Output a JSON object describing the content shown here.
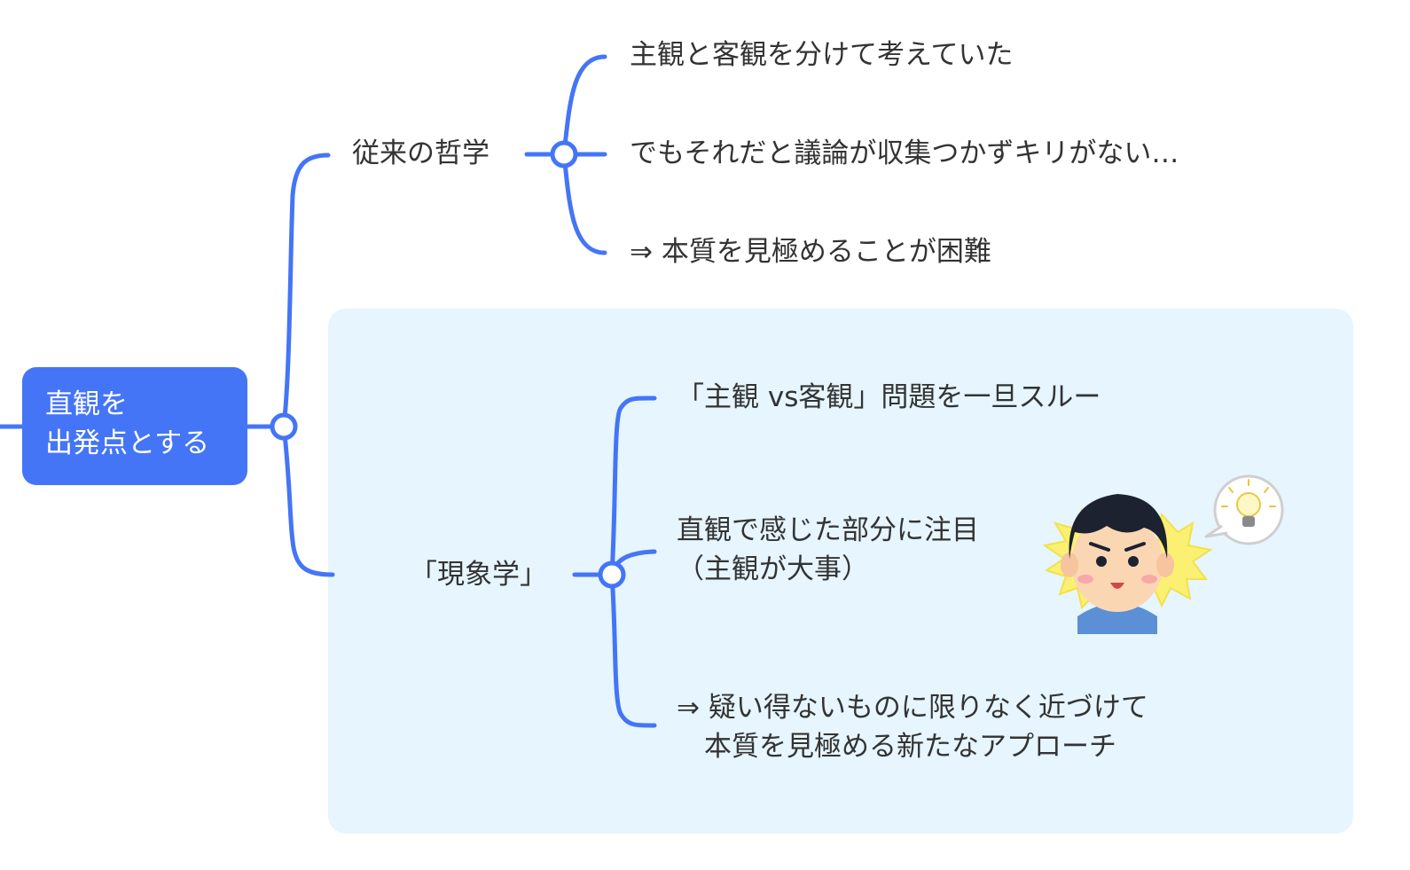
{
  "diagram": {
    "type": "mind-map",
    "colors": {
      "branch": "#4475f6",
      "root_fill": "#4475f6",
      "root_text": "#ffffff",
      "text": "#333333",
      "group_fill": "#e6f5fe"
    },
    "root": {
      "line1": "直観を",
      "line2": "出発点とする"
    },
    "branches": [
      {
        "label": "従来の哲学",
        "children": [
          "主観と客観を分けて考えていた",
          "でもそれだと議論が収集つかずキリがない…",
          "⇒ 本質を見極めることが困難"
        ]
      },
      {
        "label": "「現象学」",
        "children": [
          {
            "line1": "「主観 vs客観」問題を一旦スルー"
          },
          {
            "line1": "直観で感じた部分に注目",
            "line2": "（主観が大事）"
          },
          {
            "line1": "⇒ 疑い得ないものに限りなく近づけて",
            "line2": "　本質を見極める新たなアプローチ"
          }
        ]
      }
    ],
    "illustration": {
      "icon": "person-lightbulb-idea-icon"
    }
  }
}
